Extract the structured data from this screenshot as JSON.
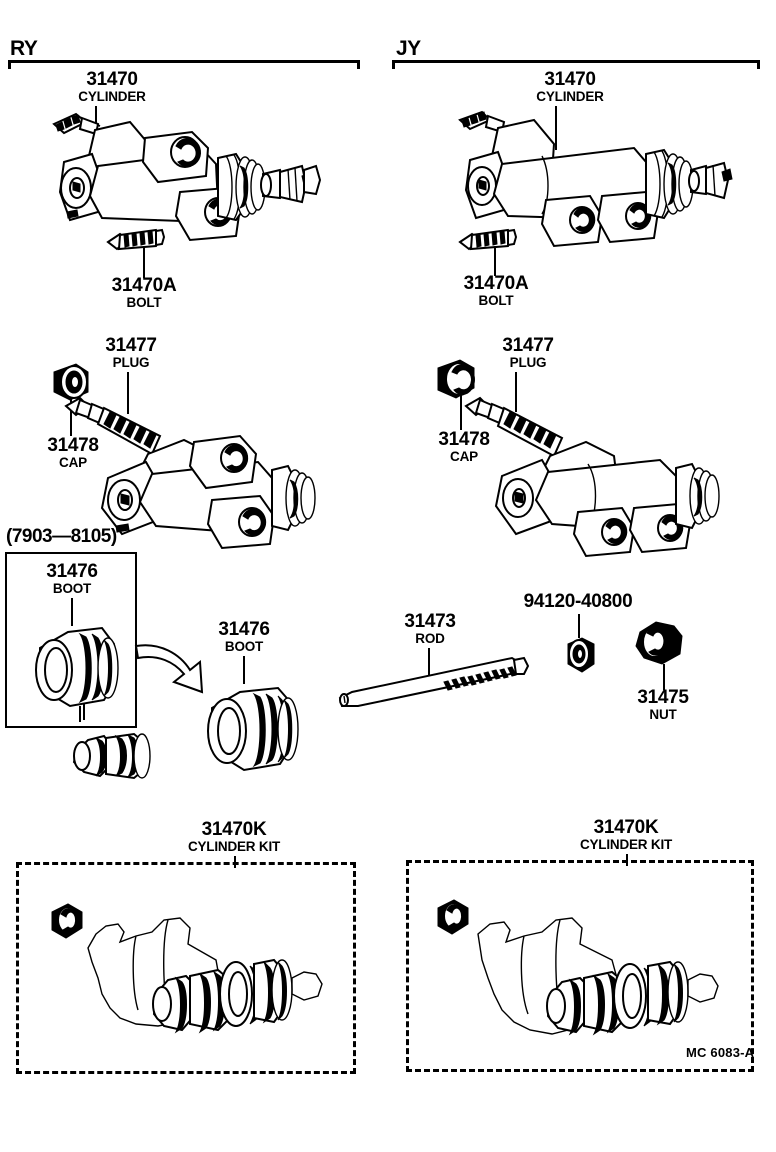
{
  "diagram": {
    "footer_code": "MC 6083-A",
    "sections": [
      {
        "id": "ry",
        "letter": "RY"
      },
      {
        "id": "jy",
        "letter": "JY"
      }
    ],
    "date_range_note": "(7903—8105)"
  },
  "parts": {
    "cylinder_ry": {
      "number": "31470",
      "name": "CYLINDER"
    },
    "bolt_ry": {
      "number": "31470A",
      "name": "BOLT"
    },
    "cylinder_jy": {
      "number": "31470",
      "name": "CYLINDER"
    },
    "bolt_jy": {
      "number": "31470A",
      "name": "BOLT"
    },
    "plug_ry": {
      "number": "31477",
      "name": "PLUG"
    },
    "cap_ry": {
      "number": "31478",
      "name": "CAP"
    },
    "plug_jy": {
      "number": "31477",
      "name": "PLUG"
    },
    "cap_jy": {
      "number": "31478",
      "name": "CAP"
    },
    "boot_inset": {
      "number": "31476",
      "name": "BOOT"
    },
    "boot_main": {
      "number": "31476",
      "name": "BOOT"
    },
    "rod": {
      "number": "31473",
      "name": "ROD"
    },
    "washer": {
      "number": "94120-40800",
      "name": ""
    },
    "nut": {
      "number": "31475",
      "name": "NUT"
    },
    "kit_left": {
      "number": "31470K",
      "name": "CYLINDER KIT"
    },
    "kit_right": {
      "number": "31470K",
      "name": "CYLINDER KIT"
    }
  }
}
